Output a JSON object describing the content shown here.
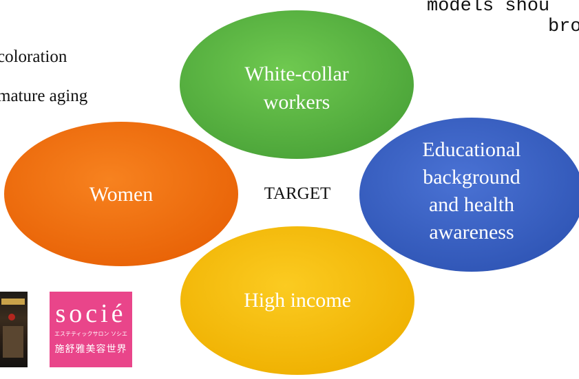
{
  "header_text": {
    "line1": "models shou",
    "line2": "bro"
  },
  "bullets": [
    "coloration",
    "mature aging"
  ],
  "diagram": {
    "center_label": "TARGET",
    "nodes": [
      {
        "id": "white-collar",
        "lines": [
          "White-collar",
          "workers"
        ],
        "color": "#5fba46"
      },
      {
        "id": "women",
        "lines": [
          "Women"
        ],
        "color": "#f07212"
      },
      {
        "id": "education",
        "lines": [
          "Educational",
          "background",
          "and health",
          "awareness"
        ],
        "color": "#3f67c9"
      },
      {
        "id": "income",
        "lines": [
          "High income"
        ],
        "color": "#f7bf0e"
      }
    ]
  },
  "logo": {
    "brand": "socié",
    "kana": "エステティックサロン ソシエ",
    "chinese": "施舒雅美容世界"
  }
}
